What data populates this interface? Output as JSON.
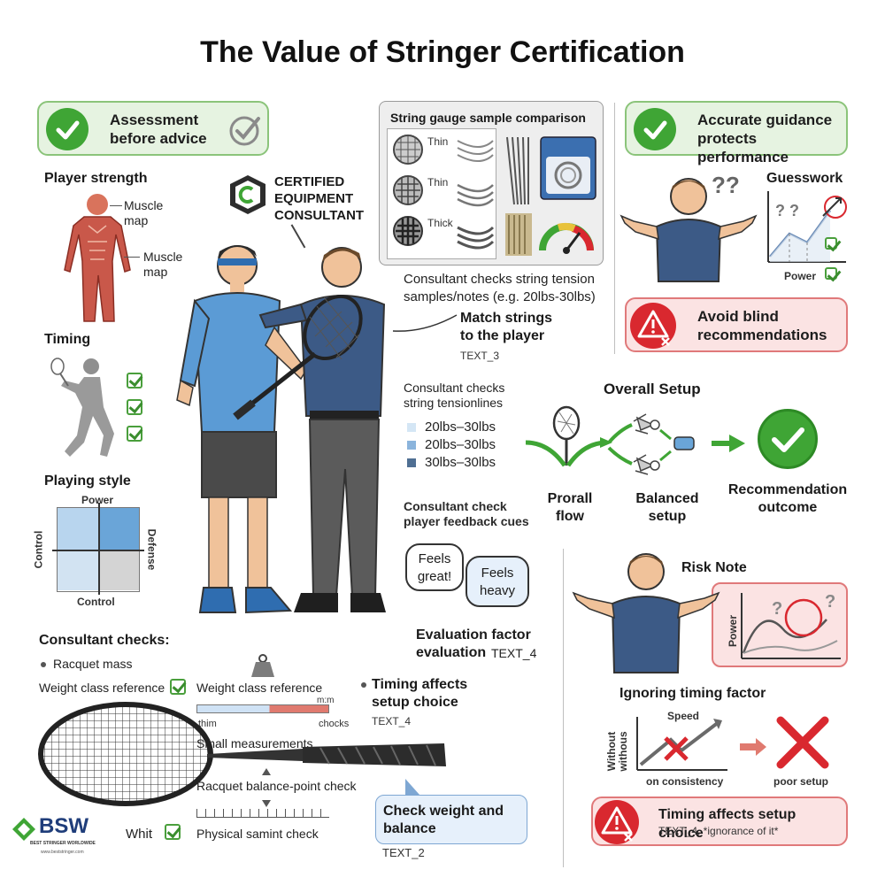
{
  "title": "The Value of Stringer Certification",
  "left": {
    "assessment": "Assessment before advice",
    "player_strength": "Player strength",
    "muscle_map_1": "Muscle map",
    "muscle_map_2": "Muscle map",
    "timing": "Timing",
    "playing_style": "Playing style",
    "quad": {
      "top": "Power",
      "bottom": "Control",
      "left": "Control",
      "right": "Defense"
    },
    "consultant_checks": "Consultant checks:",
    "racquet_mass": "Racquet mass",
    "weight_class_ref_1": "Weight class reference",
    "weight_class_ref_2": "Weight class reference",
    "scale_right_top": "m:m",
    "scale_left": "thim",
    "scale_right": "chocks",
    "small_measurements": "Small measurements",
    "balance_point": "Racquet balance-point check",
    "whit": "Whit",
    "physical_check": "Physical samint check",
    "logo_text": "BSW",
    "logo_sub": "BEST STRINGER WORLDWIDE",
    "logo_url": "www.beststringer.com"
  },
  "center": {
    "badge": "CERTIFIED EQUIPMENT CONSULTANT",
    "gauge_title": "String gauge sample comparison",
    "gauge_thin_1": "Thin",
    "gauge_thin_2": "Thin",
    "gauge_thick": "Thick",
    "tension_note": "Consultant checks string tension samples/notes (e.g. 20lbs-30lbs)",
    "match_strings": "Match strings to the player",
    "text3": "TEXT_3",
    "tension_lines_title": "Consultant checks string tensionlines",
    "tension_items": [
      "20lbs–30lbs",
      "20lbs–30lbs",
      "30lbs–30lbs"
    ],
    "feedback_title": "Consultant check player feedback cues",
    "bubble_1": "Feels great!",
    "bubble_2": "Feels heavy",
    "eval_factor": "Evaluation factor",
    "eval_line2_bold": "evaluation",
    "eval_line2_text": "TEXT_4",
    "timing_affects": "Timing affects setup choice",
    "text4": "TEXT_4",
    "check_weight": "Check weight and balance",
    "text2": "TEXT_2"
  },
  "right": {
    "accurate": "Accurate guidance protects performance",
    "guesswork": "Guesswork",
    "power": "Power",
    "avoid": "Avoid blind recommendations",
    "overall_setup": "Overall Setup",
    "proroll": "Prorall flow",
    "balanced": "Balanced setup",
    "outcome": "Recommendation outcome",
    "risk_note": "Risk Note",
    "risk_power": "Power",
    "ignoring": "Ignoring timing factor",
    "speed": "Speed",
    "without": "Without withous",
    "on_consistency": "on consistency",
    "poor_setup": "poor setup",
    "timing_affects": "Timing affects setup choice",
    "ignorance": "TEXT_4, *ignorance of it*"
  },
  "colors": {
    "green_accent": "#3fa535",
    "red_accent": "#d9282f",
    "blue_shirt": "#5b9bd5",
    "navy_shirt": "#3c5a86"
  }
}
